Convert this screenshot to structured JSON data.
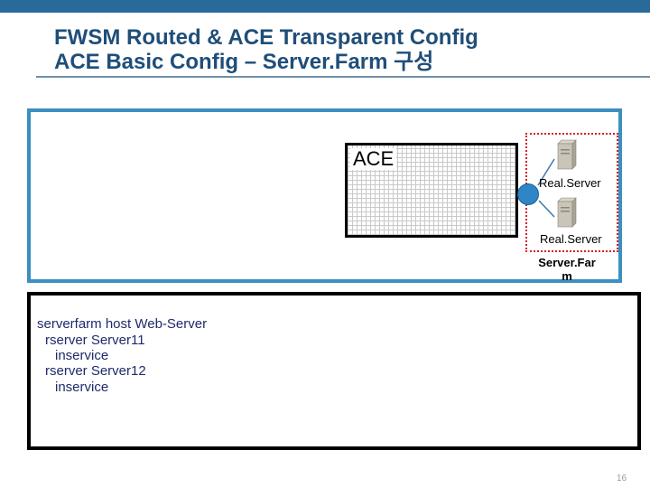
{
  "title": {
    "line1": "FWSM Routed & ACE Transparent Config",
    "line2": "ACE Basic Config – Server.Farm 구성"
  },
  "diagram": {
    "ace_label": "ACE",
    "real_server_1": "Real.Server",
    "real_server_2": "Real.Server",
    "farm_label_line1": "Server.Far",
    "farm_label_line2": "m"
  },
  "config": {
    "lines": [
      "serverfarm host Web-Server",
      "rserver Server11",
      "inservice",
      "rserver Server12",
      "inservice"
    ]
  },
  "page_number": "16",
  "colors": {
    "title": "#1f4e79",
    "top_bar": "#2a6a9a",
    "diagram_border": "#3c8fc0",
    "farm_border": "#d0202a",
    "node": "#2f86c6"
  },
  "icons": {
    "server": "server-icon",
    "node": "ace-node-icon"
  }
}
